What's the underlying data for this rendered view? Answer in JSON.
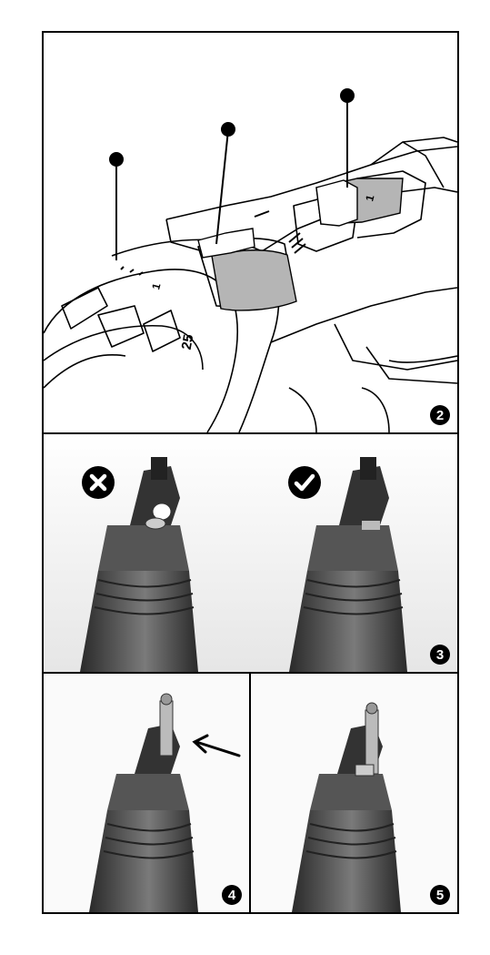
{
  "figures": [
    {
      "number": "2",
      "dial_labels": {
        "torque_max": "25",
        "torque_min": "1",
        "speed_low": "1",
        "mode_screw": "",
        "mode_drill": ""
      }
    },
    {
      "number": "3",
      "wrong_icon": "cross-in-circle-icon",
      "right_icon": "check-in-circle-icon"
    },
    {
      "number": "4",
      "arrow": "insert-direction-arrow-icon"
    },
    {
      "number": "5"
    }
  ],
  "colors": {
    "stroke": "#000000",
    "highlight": "#b5b5b5",
    "chuck_dark": "#3a3a3a",
    "chuck_mid": "#6b6b6b"
  }
}
